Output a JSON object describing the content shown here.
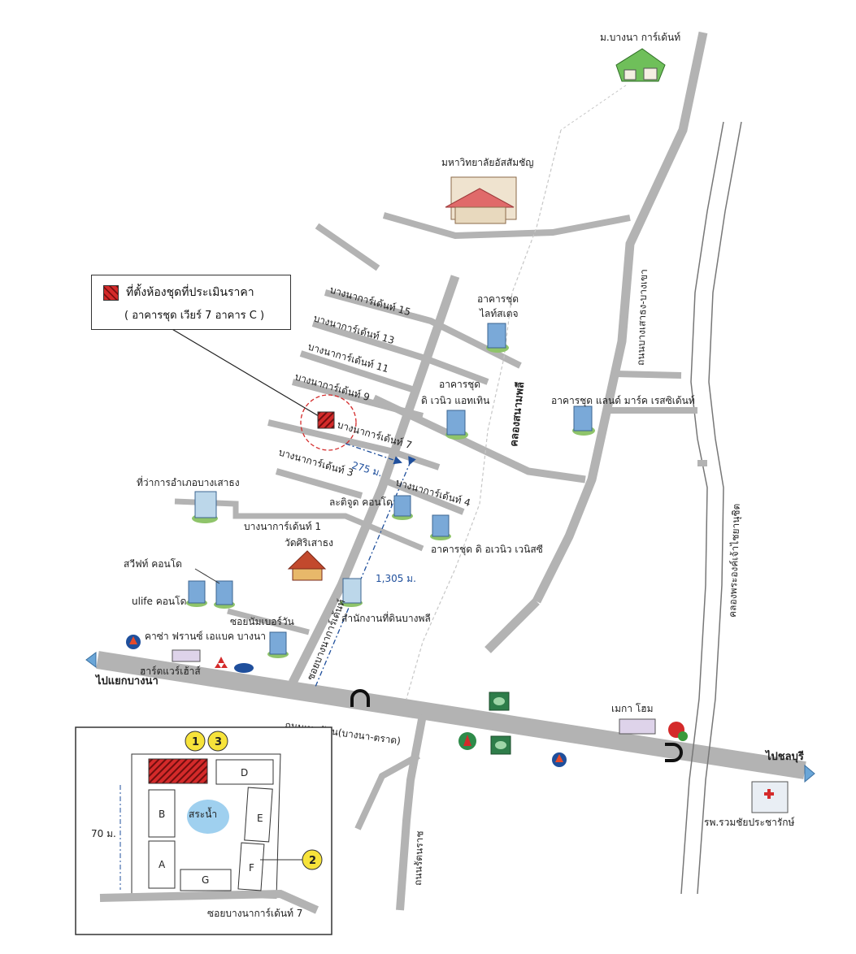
{
  "legend": {
    "title": "ที่ตั้งห้องชุดที่ประเมินราคา",
    "subtitle": "( อาคารชุด เวียร์ 7 อาคาร C )"
  },
  "roads": {
    "main": "ถนนเทพรัตน(บางนา-ตราด)",
    "bangsaothong": "ถนนบางเสาธง-บางเขา",
    "khlong": "คลองพระองค์เจ้าไชยานุชิต",
    "canal": "คลองสนามพลี",
    "rattanarat": "ถนนรัตนราช",
    "soi_bangna_garden": "ซอยบางนาการ์เด้นท์",
    "soi_number_one": "ซอยนัมเบอร์วัน",
    "soi15": "บางนาการ์เด้นท์ 15",
    "soi13": "บางนาการ์เด้นท์ 13",
    "soi11": "บางนาการ์เด้นท์ 11",
    "soi9": "บางนาการ์เด้นท์ 9",
    "soi7": "บางนาการ์เด้นท์ 7",
    "soi3": "บางนาการ์เด้นท์ 3",
    "soi4": "บางนาการ์เด้นท์ 4",
    "soi1": "บางนาการ์เด้นท์ 1"
  },
  "directions": {
    "west": "ไปแยกบางนา",
    "east": "ไปชลบุรี"
  },
  "distances": {
    "d1": "275 ม.",
    "d2": "1,305 ม.",
    "inset_height": "70 ม."
  },
  "places": {
    "village": "ม.บางนา การ์เด้นท์",
    "university": "มหาวิทยาลัยอัสสัมชัญ",
    "light_state": "อาคารชุด\nไลท์สเตจ",
    "light_state_1": "อาคารชุด",
    "light_state_2": "ไลท์สเตจ",
    "venue_1": "อาคารชุด",
    "venue_2": "ดิ เวนิว แอทเทิน",
    "landmark": "อาคารชุด แลนด์ มาร์ค เรสซิเด้นท์",
    "district_office": "ที่ว่าการอำเภอบางเสาธง",
    "lumpini": "ละติจูด คอนโด",
    "venue_residence": "อาคารชุด ดิ อเวนิว เวนิสซี",
    "temple": "วัดศิริเสาธง",
    "swift": "สวีฟท์ คอนโด",
    "ulife": "ulife คอนโด",
    "land_office": "สำนักงานที่ดินบางพลี",
    "casa": "คาซ่า ฟรานซ์ เอแบค บางนา",
    "harte": "ฮาร์ตแวร์เฮ้าส์",
    "mega": "เมกา โฮม",
    "hospital": "รพ.รวมชัยประชารักษ์"
  },
  "inset": {
    "buildings": [
      "A",
      "B",
      "D",
      "E",
      "F",
      "G"
    ],
    "pool": "สระน้ำ",
    "road": "ซอยบางนาการ์เด้นท์ 7",
    "markers": [
      "1",
      "3",
      "2"
    ]
  },
  "colors": {
    "road": "#b3b3b3",
    "subject": "#d42a2a",
    "distance": "#1f4f9c",
    "marker": "#f7e33a"
  },
  "icons": {
    "subject_marker": "hatched-red-square",
    "uturn": "u-turn-icon",
    "gas": "ptt-gas-icon",
    "bank": "bank-icon"
  }
}
